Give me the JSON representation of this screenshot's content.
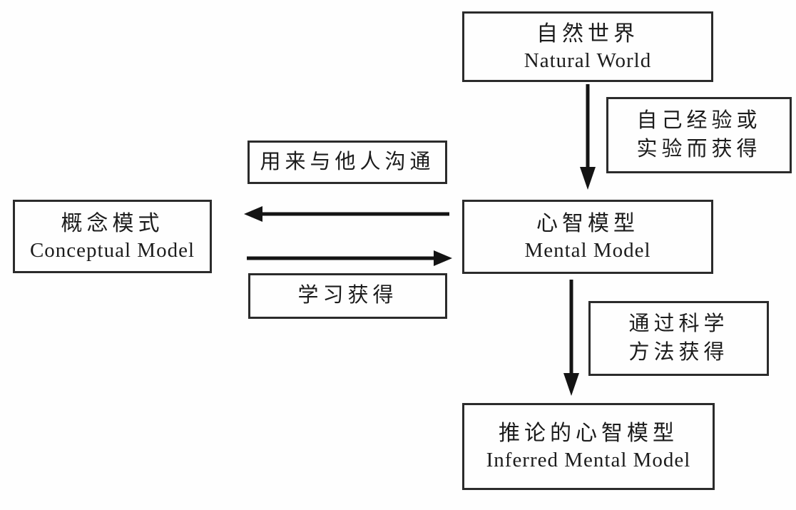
{
  "diagram": {
    "colors": {
      "ink": "#141414",
      "border": "#2b2b2b",
      "background": "#fefefe"
    },
    "nodes": {
      "natural_world": {
        "zh": "自然世界",
        "en": "Natural World"
      },
      "conceptual_model": {
        "zh": "概念模式",
        "en": "Conceptual Model"
      },
      "mental_model": {
        "zh": "心智模型",
        "en": "Mental Model"
      },
      "inferred_mental_model": {
        "zh": "推论的心智模型",
        "en": "Inferred Mental Model"
      }
    },
    "edges": [
      {
        "from": "natural_world",
        "to": "mental_model",
        "direction": "down",
        "label_lines": [
          "自己经验或",
          "实验而获得"
        ]
      },
      {
        "from": "mental_model",
        "to": "conceptual_model",
        "direction": "left",
        "label_lines": [
          "用来与他人沟通"
        ]
      },
      {
        "from": "conceptual_model",
        "to": "mental_model",
        "direction": "right",
        "label_lines": [
          "学习获得"
        ]
      },
      {
        "from": "mental_model",
        "to": "inferred_mental_model",
        "direction": "down",
        "label_lines": [
          "通过科学",
          "方法获得"
        ]
      }
    ]
  }
}
